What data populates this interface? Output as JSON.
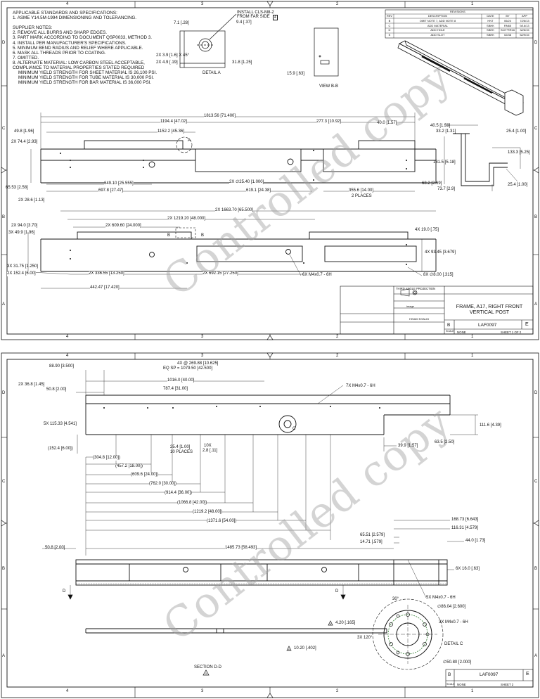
{
  "zones": {
    "cols": [
      "4",
      "3",
      "2",
      "1"
    ],
    "rows": [
      "D",
      "C",
      "B",
      "A"
    ]
  },
  "notes": [
    "APPLICABLE STANDARDS AND SPECIFICATIONS:",
    "1. ASME Y14.5M-1994  DIMENSIONING AND TOLERANCING.",
    "",
    "SUPPLIER NOTES:",
    "2. REMOVE ALL BURRS AND SHARP EDGES.",
    "3. PART MARK ACCORDING TO DOCUMENT QSP0033, METHOD 3.",
    "4. INSTALL PER MANUFACTURER'S SPECIFICATIONS.",
    "5. MINIMUM BEND RADIUS AND RELIEF WHERE APPLICABLE.",
    "6. MASK ALL THREADS PRIOR TO COATING.",
    "7. OMITTED.",
    "8. ALTERNATE MATERIAL: LOW CARBON STEEL ACCEPTABLE,",
    "COMPLIANCE TO MATERIAL PROPERTIES STATED REQUIRED",
    "MINIMUM YIELD STRENGTH FOR SHEET MATERIAL IS 26,100 PSI.",
    "MINIMUM YIELD STRENGTH FOR TUBE MATERIAL IS 30,000 PSI.",
    "MINIMUM YIELD STRENGTH FOR BAR MATERIAL IS 36,000 PSI."
  ],
  "detail_a": {
    "install": "INSTALL CLS-M8-2",
    "far_side": "FROM FAR SIDE",
    "flag": "4",
    "d1": "7.1 [.28]",
    "d2": "9.4 [.37]",
    "d3": "2X 3.9 [1.6] X 45°",
    "d4": "2X 4.9 [.19]",
    "d5": "31.8 [1.25]",
    "label": "DETAIL  A"
  },
  "view_bb": {
    "dim": "15.9 [.63]",
    "label": "VIEW B-B"
  },
  "revisions": {
    "title": "REVISIONS",
    "headers": [
      "REV",
      "DESCRIPTION",
      "DATE",
      "BY",
      "APP"
    ],
    "rows": [
      [
        "B",
        "OMIT NOTE 7, ADD NOTE 8",
        "HNT",
        "06/24",
        "7/26/13"
      ],
      [
        "C",
        "ADD MATERIAL",
        "SBHK",
        "RN65",
        "9/16/13"
      ],
      [
        "D",
        "ADD HOLE",
        "SBHK",
        "SCH*RR16",
        "3/26/15"
      ],
      [
        "E",
        "ADD SLOT",
        "SBHK",
        "02/38",
        "5/29/15"
      ]
    ]
  },
  "view1": {
    "d_total": "1813.56 [71.400]",
    "d_1194": "1194.4 [47.02]",
    "d_277": "277.3 [10.92]",
    "d_40": "40.0 [1.57]",
    "d_498": "49.8 [1.96]",
    "d_1152": "1152.2 [45.36]",
    "d_744": "2X 74.4 [2.93]",
    "d_6553": "65.53 [2.58]",
    "d_286": "2X 28.6 [1.13]",
    "d_649": "649.10 [25.555]",
    "d_697": "697.8 [27.47]",
    "d_2540": "2X ∅25.40 [1.000]",
    "d_6191": "619.1 [24.38]",
    "d_3556": "355.6 [14.00]",
    "two_places": "2 PLACES",
    "d_682": "68.2 [2.69]",
    "label_a": "A"
  },
  "section_view": {
    "d_405": "40.5 [1.59]",
    "d_332": "33.2 [1.31]",
    "d_254a": "25.4 [1.00]",
    "d_1333": "133.3 [5.25]",
    "d_1315": "131.5 [5.18]",
    "d_737": "73.7 [2.9]",
    "d_254b": "25.4 [1.00]"
  },
  "view2": {
    "d_1663": "2X 1663.70 [65.500]",
    "d_1219": "2X 1219.20 [48.000]",
    "d_940": "2X 94.0 [3.70]",
    "d_609": "2X 609.60 [24.000]",
    "d_499": "3X 49.9 [1.96]",
    "d_190": "4X 19.0 [.75]",
    "d_9345": "4X 93.45 [3.679]",
    "d_3175": "3X 31.75 [1.250]",
    "d_1524": "2X 152.4 [6.00]",
    "d_336": "2X 336.55 [13.250]",
    "d_692": "2X 692.15 [27.250]",
    "d_m4": "6X M4x0.7 - 6H",
    "d_800": "8X ∅8.00 [.315]",
    "d_442": "442.47 [17.420]",
    "label_b": "B"
  },
  "title_block": {
    "title": "FRAME, A17, RIGHT FRONT VERTICAL POST",
    "size": "B",
    "dwg_no": "LAF0097",
    "rev": "E",
    "scale": "SCALE",
    "scale_val": "NONE",
    "sheet": "SHEET 1 OF 2",
    "third_angle": "THIRD ANGLE PROJECTION",
    "drawn": "HISAM KHALID",
    "approval": "image"
  },
  "view3": {
    "d_889": "88.90 [3.500]",
    "d_4x": "4X @ 269.88 [10.625]",
    "d_eq": "EQ SP = 1079.50 [42.500]",
    "d_368": "2X 36.8 [1.45]",
    "d_508": "50.8 [2.00]",
    "d_1016": "1016.0 [40.00]",
    "d_7874": "787.4 [31.00]",
    "d_7x": "7X M4x0.7 - 6H",
    "d_11533": "5X 115.33 [4.541]",
    "d_1116": "111.6 [4.39]",
    "d_635": "63.5 [2.50]",
    "d_399": "39.9 [1.57]",
    "d_1524p": "(152.4 [6.00])",
    "d_254": "25.4 [1.00]",
    "ten_places": "10 PLACES",
    "d_10x": "10X",
    "d_28": "2.8 [.11]",
    "d_3048": "(304.8 [12.00])",
    "d_4572": "(457.2 [18.00])",
    "d_6096": "(609.6 [24.00])",
    "d_7620": "(762.0 [30.00])",
    "d_9144": "(914.4 [36.00])",
    "d_10668": "(1066.8 [42.00])",
    "d_12192": "(1219.2 [48.00])",
    "d_13716": "(1371.6 [54.00])",
    "label_c": "C"
  },
  "view4": {
    "d_16873": "168.73 [6.643]",
    "d_11631": "116.31 [4.579]",
    "d_6551": "65.51 [2.579]",
    "d_1471": "14.71 [.579]",
    "d_440": "44.0 [1.73]",
    "d_508": "50.8 [2.00]",
    "d_1485": "1485.73 [58.493]",
    "d_6x16": "6X 16.0 [.63]",
    "label_d": "D"
  },
  "section_dd": {
    "label": "SECTION D-D",
    "flag": "5"
  },
  "flags": {
    "d_420": "4.20 [.165]",
    "d_1020": "10.20 [.402]",
    "flag6": "6"
  },
  "detail_c": {
    "d_5x": "5X M4x0.7 - 6H",
    "d_866": "∅86.04 [2.600]",
    "d_3x": "3X M4x0.7 - 6H",
    "angle30": "30°",
    "angle120": "3X 120°",
    "d_508": "∅50.80 [2.000]",
    "label": "DETAIL  C"
  },
  "title_block2": {
    "size": "B",
    "dwg_no": "LAF0097",
    "rev": "E",
    "scale": "SCALE",
    "scale_val": "NONE",
    "sheet": "SHEET  2"
  },
  "watermark": "Controlled copy"
}
